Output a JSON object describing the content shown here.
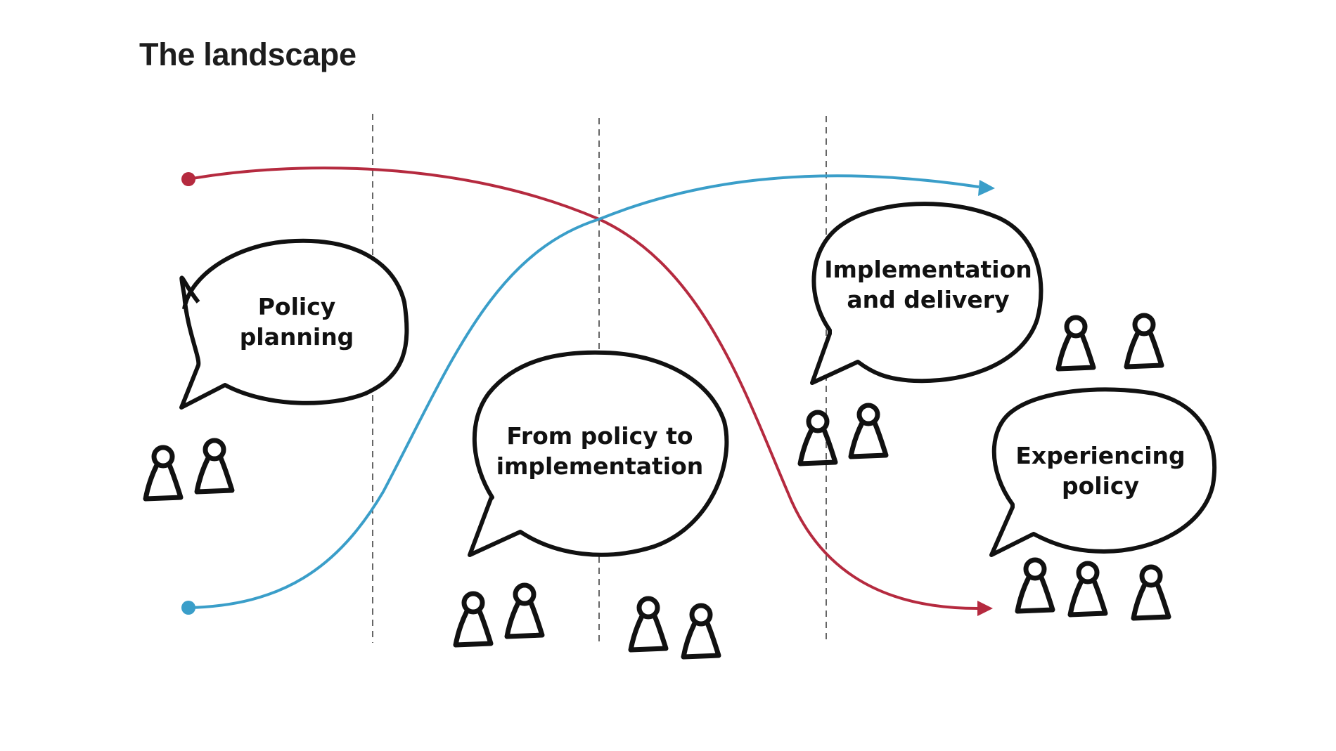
{
  "title": "The landscape",
  "bubbles": [
    {
      "line1": "Policy",
      "line2": "planning"
    },
    {
      "line1": "From policy to",
      "line2": "implementation"
    },
    {
      "line1": "Implementation",
      "line2": "and delivery"
    },
    {
      "line1": "Experiencing",
      "line2": "policy"
    }
  ],
  "colors": {
    "red_curve": "#b52a3f",
    "blue_curve": "#3a9ec9",
    "ink": "#111111",
    "divider": "#666666"
  },
  "icons": {
    "person": "person-icon",
    "speech_bubble": "speech-bubble-icon"
  }
}
